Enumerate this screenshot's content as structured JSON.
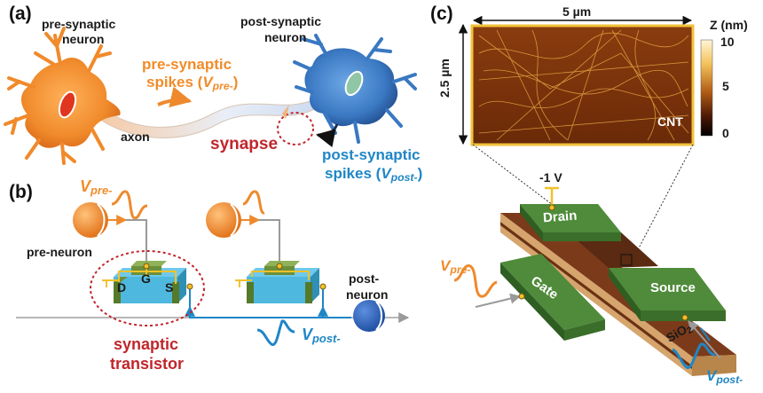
{
  "panels": {
    "a": {
      "label": "(a)",
      "pre_neuron": [
        "pre-synaptic",
        "neuron"
      ],
      "post_neuron": [
        "post-synaptic",
        "neuron"
      ],
      "pre_spikes": [
        "pre-synaptic",
        "spikes ("
      ],
      "pre_spikes_var": "V",
      "pre_spikes_sub": "pre-",
      "axon": "axon",
      "synapse": "synapse",
      "post_spikes": [
        "post-synaptic",
        "spikes ("
      ],
      "post_spikes_var": "V",
      "post_spikes_sub": "post-"
    },
    "b": {
      "label": "(b)",
      "v_pre": "V",
      "v_pre_sub": "pre-",
      "pre_neuron": "pre-neuron",
      "post_neuron": [
        "post-",
        "neuron"
      ],
      "terminal_d": "D",
      "terminal_g": "G",
      "terminal_s": "S",
      "v_post": "V",
      "v_post_sub": "post-",
      "caption": [
        "synaptic",
        "transistor"
      ]
    },
    "c": {
      "label": "(c)",
      "width_scale": "5 µm",
      "height_scale": "2.5 µm",
      "colorbar_title": "Z (nm)",
      "colorbar_ticks": [
        "10",
        "5",
        "0"
      ],
      "afm_label": "CNT",
      "drain_voltage": "-1 V",
      "drain": "Drain",
      "gate": "Gate",
      "source": "Source",
      "substrate": "SiO",
      "substrate_sub": "2",
      "v_pre": "V",
      "v_pre_sub": "pre-",
      "v_post": "V",
      "v_post_sub": "post-"
    }
  },
  "colors": {
    "pre_neuron": "#f28a2e",
    "post_neuron": "#3a78c2",
    "spike_orange": "#ee8a2d",
    "spike_blue": "#1f86c6",
    "synapse_red": "#c0262b",
    "electrode_green": "#4f8b3a",
    "channel_blue": "#4fb8df",
    "substrate_tan": "#d6a56d",
    "cnt_brown": "#5a2a12"
  }
}
